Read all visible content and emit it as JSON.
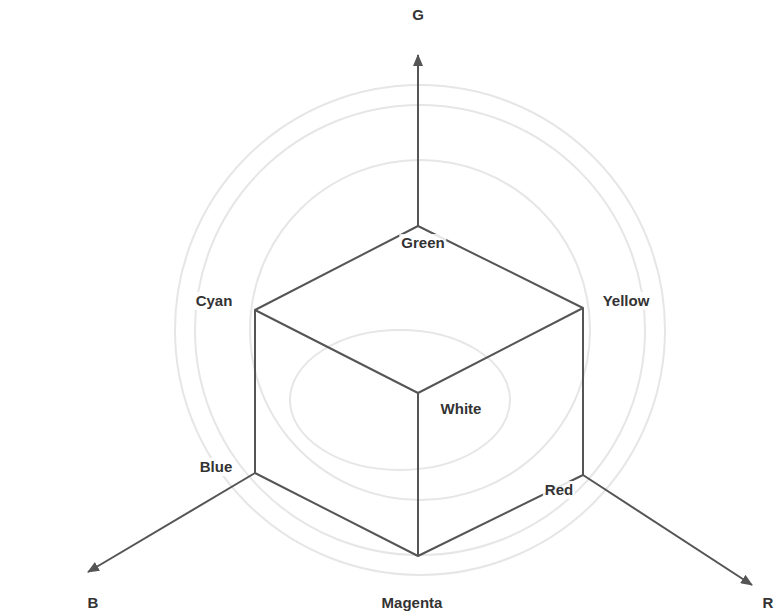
{
  "diagram": {
    "labels": [
      "G",
      "Green",
      "Cyan",
      "Yellow",
      "White",
      "Blue",
      "Red",
      "B",
      "Magenta",
      "R"
    ]
  }
}
